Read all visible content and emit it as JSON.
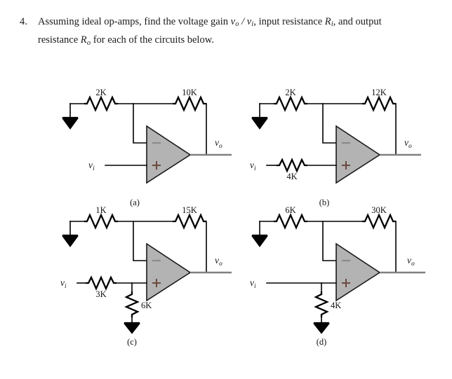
{
  "problem": {
    "number": "4.",
    "text_part1": "Assuming ideal op-amps, find the voltage gain ",
    "gain_expr": "v",
    "gain_sub_o": "o",
    "gain_slash": " / v",
    "gain_sub_i": "i",
    "text_part2": ", input resistance ",
    "ri_symbol": "R",
    "ri_sub": "i",
    "text_part3": ", and output",
    "line2_part1": "resistance ",
    "ro_symbol": "R",
    "ro_sub": "o",
    "line2_part2": " for each of the circuits below."
  },
  "labels": {
    "vi": "v",
    "vi_sub": "i",
    "vo": "v",
    "vo_sub": "o",
    "minus_sign": "minus-input",
    "plus_sign": "plus-input"
  },
  "colors": {
    "opamp_fill": "#b3b3b3",
    "opamp_stroke": "#1a1a1a",
    "wire": "#000000",
    "output_wire": "#808080",
    "plus_sign": "#6b4a3d",
    "minus_sign": "#8a8a8a",
    "text": "#141414",
    "background": "#ffffff"
  },
  "circuits": [
    {
      "id": "a",
      "caption": "(a)",
      "input_resistor": null,
      "ground_resistor": "2K",
      "feedback_resistor": "10K",
      "shunt_resistor": null,
      "input_label": "vi",
      "output_label": "vo",
      "ground_at_input": false
    },
    {
      "id": "b",
      "caption": "(b)",
      "input_resistor": "4K",
      "ground_resistor": "2K",
      "feedback_resistor": "12K",
      "shunt_resistor": null,
      "input_label": "vi",
      "output_label": "vo",
      "ground_at_input": false
    },
    {
      "id": "c",
      "caption": "(c)",
      "input_resistor": "3K",
      "ground_resistor": "1K",
      "feedback_resistor": "15K",
      "shunt_resistor": "6K",
      "input_label": "vi",
      "output_label": "vo",
      "ground_at_input": true
    },
    {
      "id": "d",
      "caption": "(d)",
      "input_resistor": null,
      "ground_resistor": "6K",
      "feedback_resistor": "30K",
      "shunt_resistor": "4K",
      "input_label": "vi",
      "output_label": "vo",
      "ground_at_input": true
    }
  ]
}
